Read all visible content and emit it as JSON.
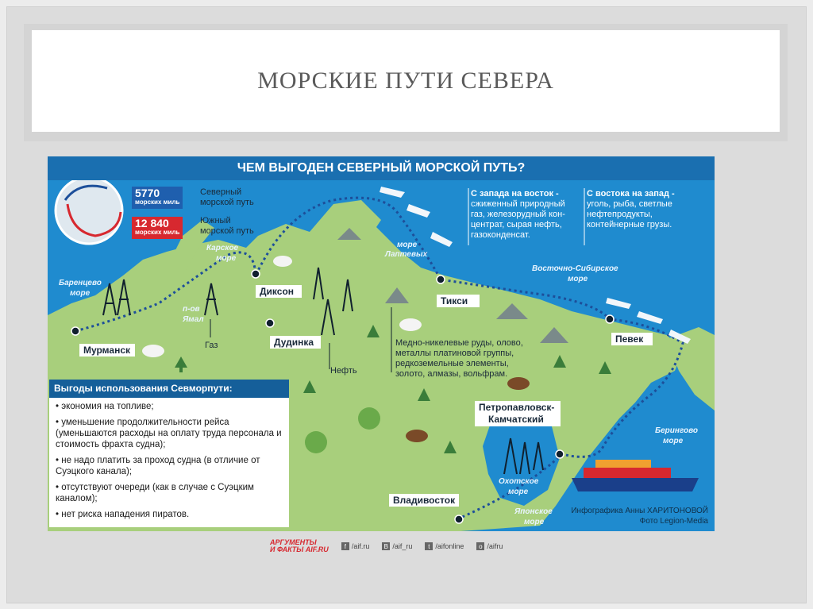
{
  "slide": {
    "title": "МОРСКИЕ ПУТИ СЕВЕРА"
  },
  "infographic": {
    "title": "ЧЕМ ВЫГОДЕН СЕВЕРНЫЙ МОРСКОЙ ПУТЬ?",
    "legend": [
      {
        "value": "5770",
        "unit": "морских миль",
        "label_1": "Северный",
        "label_2": "морской путь",
        "color": "#1f5fae"
      },
      {
        "value": "12 840",
        "unit": "морских миль",
        "label_1": "Южный",
        "label_2": "морской путь",
        "color": "#d7282f"
      }
    ],
    "cities": [
      "Мурманск",
      "Диксон",
      "Дудинка",
      "Тикси",
      "Певек",
      "Петропавловск-",
      "Камчатский",
      "Владивосток"
    ],
    "seas": [
      "Баренцево",
      "море",
      "Карское",
      "море",
      "море",
      "Лаптевых",
      "Восточно-Сибирское",
      "море",
      "Берингово",
      "море",
      "Охотское",
      "море",
      "Японское",
      "море"
    ],
    "resource_labels": {
      "gas": "Газ",
      "oil": "Нефть",
      "yamal_1": "п-ов",
      "yamal_2": "Ямал"
    },
    "minerals": [
      "Медно-никелевые руды, олово,",
      "металлы платиновой группы,",
      "редкоземельные элементы,",
      "золото, алмазы, вольфрам."
    ],
    "west_east": {
      "heading": "С запада на восток -",
      "lines": [
        "сжиженный природный",
        "газ, железорудный кон-",
        "центрат, сырая нефть,",
        "газоконденсат."
      ]
    },
    "east_west": {
      "heading": "С востока на запад -",
      "lines": [
        "уголь, рыба, светлые",
        "нефтепродукты,",
        "контейнерные грузы."
      ]
    },
    "benefits": {
      "heading": "Выгоды использования Севморпути:",
      "items": [
        "экономия на топливе;",
        "уменьшение продолжительности рейса (уменьшаются расходы на оплату труда персонала и стоимость фрахта судна);",
        "не надо платить за проход судна (в отличие от Суэцкого канала);",
        "отсутствуют очереди (как в случае с Суэцким каналом);",
        "нет риска нападения пиратов."
      ]
    },
    "credit": {
      "line1": "Инфографика Анны ХАРИТОНОВОЙ",
      "line2": "Фото Legion-Media"
    }
  },
  "footer": {
    "logo_1": "АРГУМЕНТЫ",
    "logo_2": "И ФАКТЫ AIF.RU",
    "social": [
      {
        "icon": "facebook-icon",
        "glyph": "f",
        "text": "/aif.ru"
      },
      {
        "icon": "vk-icon",
        "glyph": "B",
        "text": "/aif_ru"
      },
      {
        "icon": "twitter-icon",
        "glyph": "t",
        "text": "/aifonline"
      },
      {
        "icon": "odnoklassniki-icon",
        "glyph": "o",
        "text": "/aifru"
      }
    ]
  },
  "colors": {
    "sea": "#1f8bcf",
    "land": "#a8cf7c",
    "route": "#1d4f9a",
    "title_bar": "#1a6fb0",
    "accent_red": "#d7282f"
  }
}
